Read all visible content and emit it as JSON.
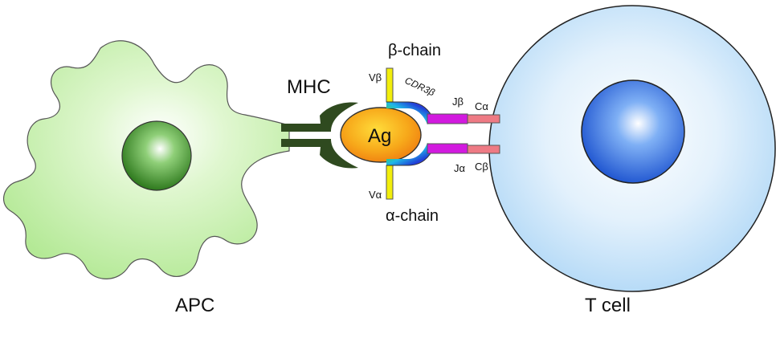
{
  "labels": {
    "apc": "APC",
    "t_cell": "T cell",
    "mhc": "MHC",
    "antigen": "Ag",
    "beta_chain": "β-chain",
    "alpha_chain": "α-chain",
    "v_beta": "Vβ",
    "v_alpha": "Vα",
    "j_beta": "Jβ",
    "j_alpha": "Jα",
    "c_alpha": "Cα",
    "c_beta": "Cβ",
    "cdr3": "CDR3β"
  },
  "colors": {
    "apc_body": "#c4f0a8",
    "apc_nucleus": "#3f8f2a",
    "t_cell_body": "#c8e4fa",
    "t_cell_nucleus": "#2f6ee0",
    "mhc": "#2f4a1f",
    "antigen": "#f59a12",
    "v_segment": "#f2ee0c",
    "j_segment": "#d21adf",
    "c_segment": "#ee7a84"
  }
}
